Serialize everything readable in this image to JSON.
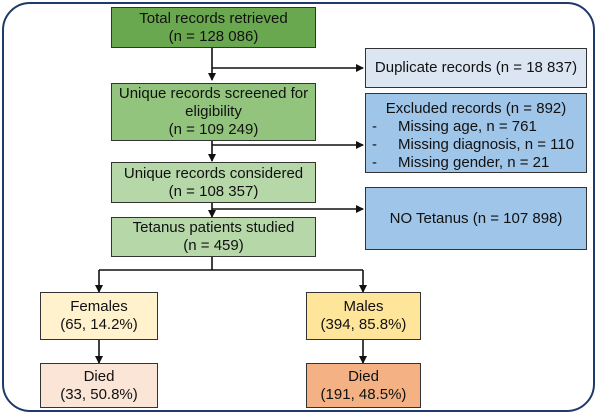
{
  "boxes": {
    "total": {
      "line1": "Total records retrieved",
      "line2": "(n = 128 086)"
    },
    "duplicate": {
      "text": "Duplicate records (n = 18 837)"
    },
    "screened": {
      "line1": "Unique records screened for",
      "line2": "eligibility",
      "line3": "(n = 109 249)"
    },
    "excluded": {
      "title": "Excluded records (n = 892)",
      "items": [
        "Missing age, n = 761",
        "Missing diagnosis, n = 110",
        "Missing gender, n = 21"
      ],
      "bullet": "-"
    },
    "considered": {
      "line1": "Unique records considered",
      "line2": "(n = 108 357)"
    },
    "no_tetanus": {
      "text": "NO Tetanus (n = 107 898)"
    },
    "studied": {
      "line1": "Tetanus patients studied",
      "line2": "(n = 459)"
    },
    "females": {
      "line1": "Females",
      "line2": "(65, 14.2%)"
    },
    "males": {
      "line1": "Males",
      "line2": "(394, 85.8%)"
    },
    "died_f": {
      "line1": "Died",
      "line2": "(33, 50.8%)"
    },
    "died_m": {
      "line1": "Died",
      "line2": "(191, 48.5%)"
    }
  },
  "colors": {
    "border_frame": "#1f3a6a",
    "arrow": "#111111"
  }
}
